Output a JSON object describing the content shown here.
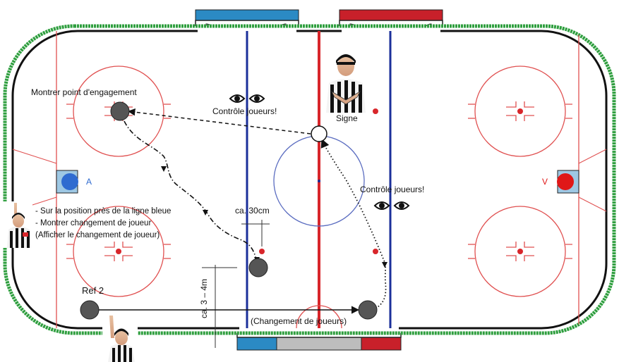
{
  "labels": {
    "faceoff": "Montrer point d'engagement",
    "control_top": "Contrôle joueurs!",
    "control_right": "Contrôle joueurs!",
    "signe": "Signe",
    "team_a": "A",
    "team_v": "V",
    "ca30": "ca. 30cm",
    "ca34": "ca. 3 – 4m",
    "ref2": "Ref 2",
    "change": "(Changement de joueurs)",
    "note1": "- Sur la position près de la ligne bleue",
    "note2": "- Montrer changement de joueur",
    "note3": "(Afficher le changement de joueur)"
  },
  "colors": {
    "board_green": "#2e9e3e",
    "red_line": "#d8262b",
    "blue_line": "#1b2f9a",
    "thin_red": "#e05050",
    "center_circle": "#5a6cc0",
    "player_gray": "#555555",
    "bench_blue": "#2b8ac4",
    "bench_red": "#c8202a",
    "bench_gray": "#bdbdbd",
    "team_a_blue": "#2f6bd0",
    "team_v_red": "#e01818",
    "crease_blue": "#9ec8e4"
  }
}
